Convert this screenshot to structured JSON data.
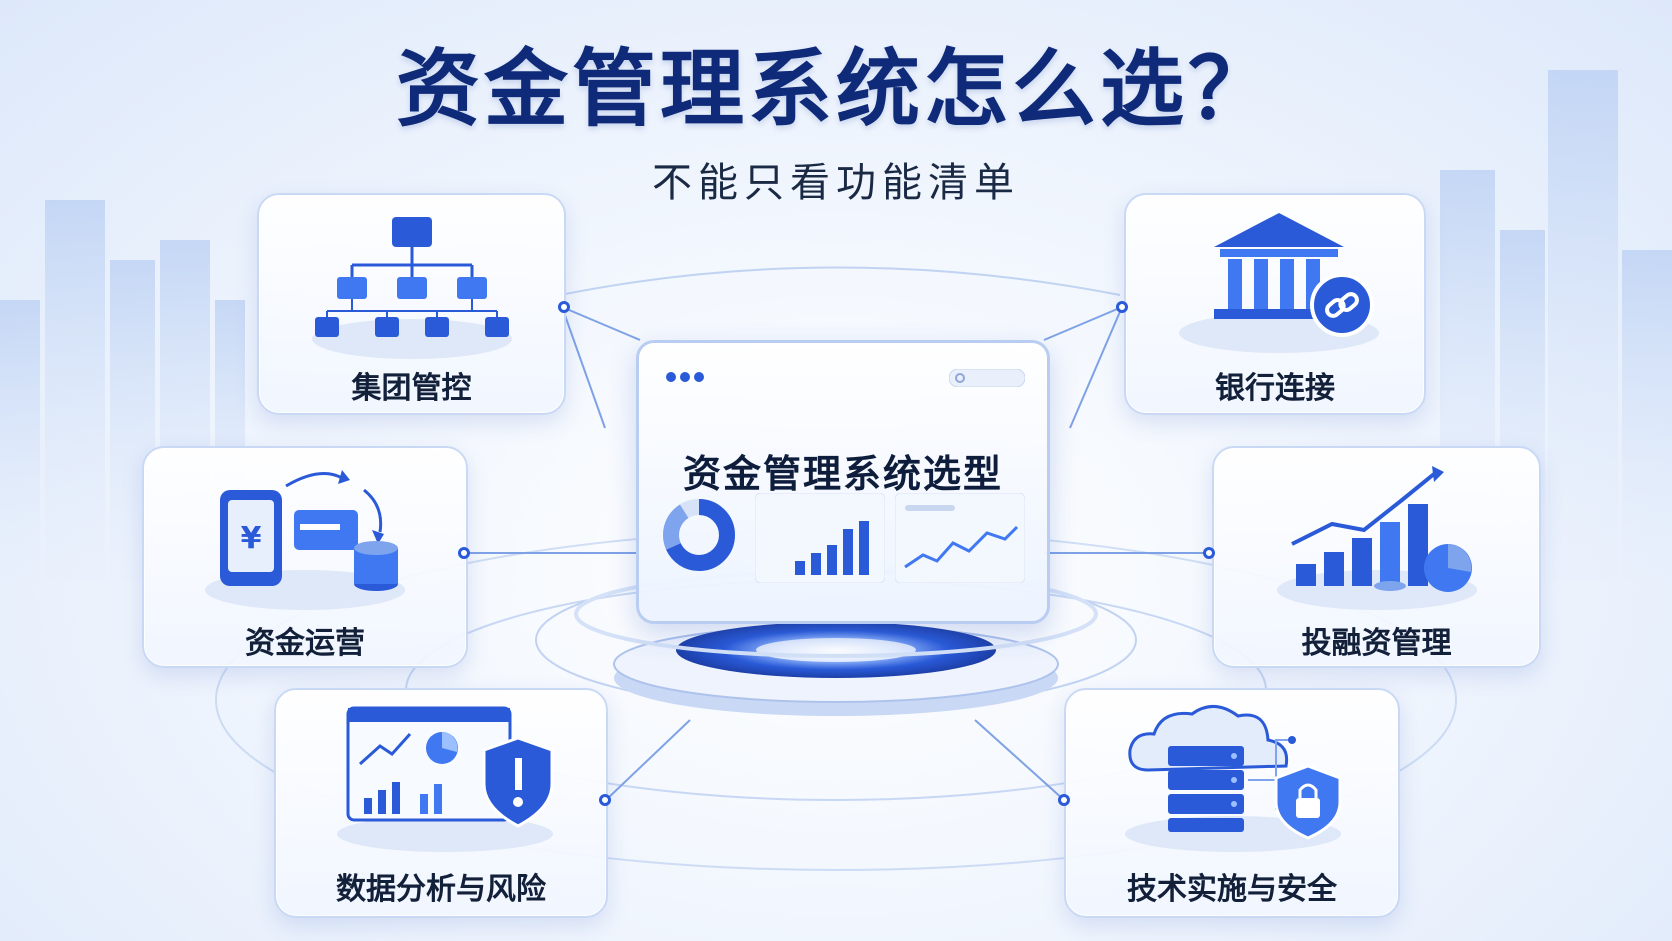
{
  "title": "资金管理系统怎么选？",
  "subtitle": "不能只看功能清单",
  "center": {
    "label": "资金管理系统选型"
  },
  "modules": [
    {
      "label": "集团管控",
      "icon": "org-chart-icon"
    },
    {
      "label": "银行连接",
      "icon": "bank-link-icon"
    },
    {
      "label": "资金运营",
      "icon": "payment-transfer-icon"
    },
    {
      "label": "投融资管理",
      "icon": "growth-chart-icon"
    },
    {
      "label": "数据分析与风险",
      "icon": "analytics-shield-icon"
    },
    {
      "label": "技术实施与安全",
      "icon": "cloud-server-security-icon"
    }
  ],
  "colors": {
    "primary": "#2a5ad8",
    "title": "#0f2a78",
    "accent": "#3f78f0"
  }
}
